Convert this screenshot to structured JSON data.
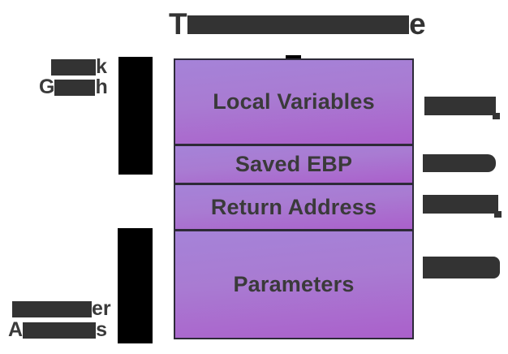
{
  "title": {
    "visible_prefix": "T",
    "visible_suffix": "e",
    "redacted": true
  },
  "diagram": {
    "stack_cells": [
      {
        "label": "Local Variables"
      },
      {
        "label": "Saved EBP"
      },
      {
        "label": "Return Address"
      },
      {
        "label": "Parameters"
      }
    ]
  },
  "left_annotations": {
    "stack_growth": {
      "line1_visible_suffix": "k",
      "line2_visible_prefix": "G",
      "line2_visible_suffix": "h",
      "redacted": true
    },
    "higher_addresses": {
      "line1_visible_suffix": "er",
      "line2_visible_prefix": "A",
      "line2_visible_suffix": "s",
      "redacted": true
    }
  },
  "right_annotations": {
    "redacted": true
  },
  "colors": {
    "text": "#3a3a3a",
    "redaction": "#333333",
    "arrow_bar": "#000000",
    "cell_gradient_top": "#a583d8",
    "cell_gradient_bottom": "#aa60cb",
    "box_border": "#2d2a38",
    "background": "#ffffff"
  }
}
